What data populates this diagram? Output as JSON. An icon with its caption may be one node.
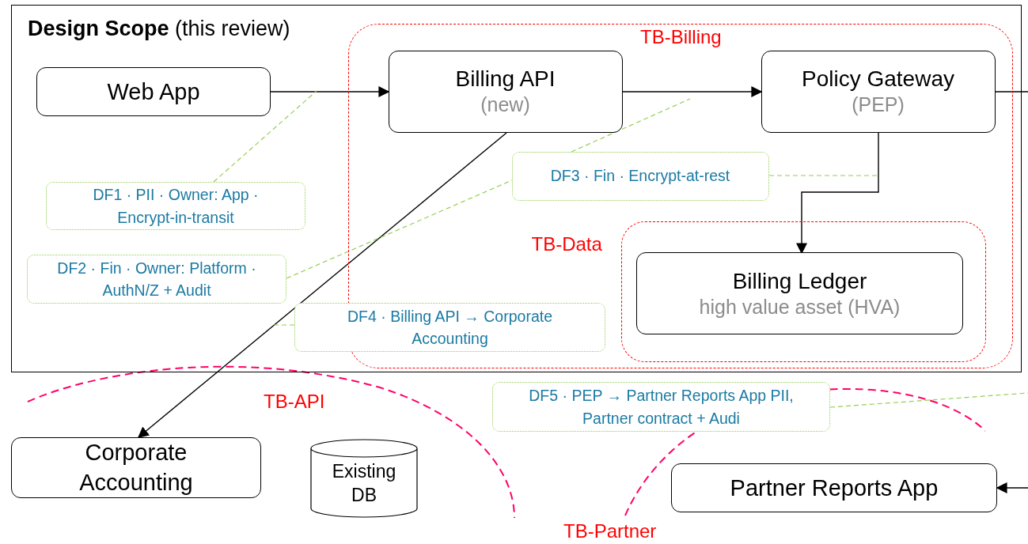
{
  "diagram": {
    "nodes": [
      {
        "text": [
          "**Design Scope** (this review)"
        ]
      },
      {
        "text": [
          "TB-Billing"
        ],
        "in": 0
      },
      {
        "text": [
          "Web App"
        ],
        "in": 0
      },
      {
        "text": [
          "Billing API",
          "(new)"
        ],
        "in": 1
      },
      {
        "text": [
          "Policy Gateway",
          "(PEP)"
        ],
        "in": 1
      },
      {
        "text": [
          "TB-Data"
        ],
        "in": 1
      },
      {
        "text": [
          "Billing Ledger",
          "high value asset (HVA)"
        ],
        "in": 5
      },
      {
        "text": [
          "DF1 · PII · Owner: App · Encrypt-in-transit"
        ],
        "in": 0
      },
      {
        "text": [
          "DF2 · Fin · Owner: Platform · AuthN/Z + Audit"
        ],
        "in": 0
      },
      {
        "text": [
          "DF3 · Fin · Encrypt-at-rest"
        ],
        "in": 1
      },
      {
        "text": [
          "DF4 · Billing API → Corporate Accounting"
        ],
        "in": 0
      },
      {
        "text": [
          "TB-API"
        ]
      },
      {
        "text": [
          "Corporate Accounting"
        ]
      },
      {
        "text": [
          "Existing DB"
        ]
      },
      {
        "text": [
          "TB-Partner"
        ]
      },
      {
        "text": [
          "DF5 · PEP → Partner Reports App PII, Partner contract + Audi"
        ]
      },
      {
        "text": [
          "Partner Reports App"
        ]
      }
    ],
    "edges": [
      {
        "from": 2,
        "to": 3,
        "arrow": "to"
      },
      {
        "from": 3,
        "to": 4,
        "arrow": "to"
      },
      {
        "from": 4,
        "to": 6,
        "arrow": "to"
      },
      {
        "from": 3,
        "to": 12,
        "arrow": "to"
      },
      {
        "from": 4,
        "to": null,
        "arrow": "none"
      },
      {
        "from": null,
        "to": 16,
        "arrow": "to"
      },
      {
        "from": 7,
        "to": null,
        "arrow": "none",
        "style": "dashed",
        "color": "#92d050"
      },
      {
        "from": 8,
        "to": 9,
        "arrow": "none",
        "style": "dashed",
        "color": "#92d050"
      },
      {
        "from": 9,
        "to": null,
        "arrow": "none",
        "style": "dashed",
        "color": "#92d050"
      },
      {
        "from": 9,
        "to": null,
        "arrow": "none",
        "style": "dashed",
        "color": "#92d050"
      },
      {
        "from": 10,
        "to": null,
        "arrow": "none",
        "style": "dashed",
        "color": "#92d050"
      },
      {
        "from": 15,
        "to": null,
        "arrow": "none",
        "style": "dashed",
        "color": "#92d050"
      }
    ]
  }
}
